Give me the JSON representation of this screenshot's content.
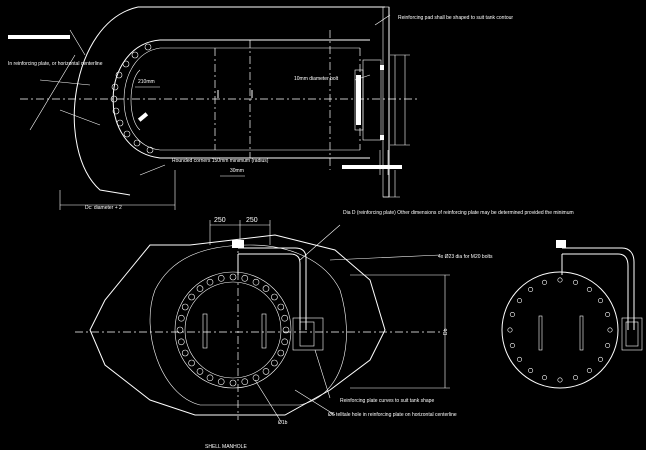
{
  "labels": {
    "reinforcing_pad_note": "Reinforcing pad shall be shaped to suit tank contour",
    "reinforcing_plate_note": "In reinforcing plate, or horizontal centerline",
    "dimension_210": "210mm",
    "diameter_bolt_note": "10mm diameter bolt",
    "rounded_corners_note": "Rounded corners 150mm minimum (radius)",
    "dimension_30mm": "30mm",
    "pad_dimension_note": "Dc: diameter + 2",
    "dim_250_left": "250",
    "dim_250_right": "250",
    "dia_note": "Dia D (reinforcing plate) Other dimensions of reinforcing plate may be determined provided the minimum",
    "bolt_holes_note": "4x Ø23 dia for M20 bolts",
    "dim_vertical": "Db",
    "weld_note_1": "Reinforcing plate curves to suit tank shape",
    "weld_note_2": "Ø6 telltale hole in reinforcing plate on horizontal centerline",
    "dim_bottom": "Ø1b",
    "view_caption": "SHELL MANHOLE"
  }
}
